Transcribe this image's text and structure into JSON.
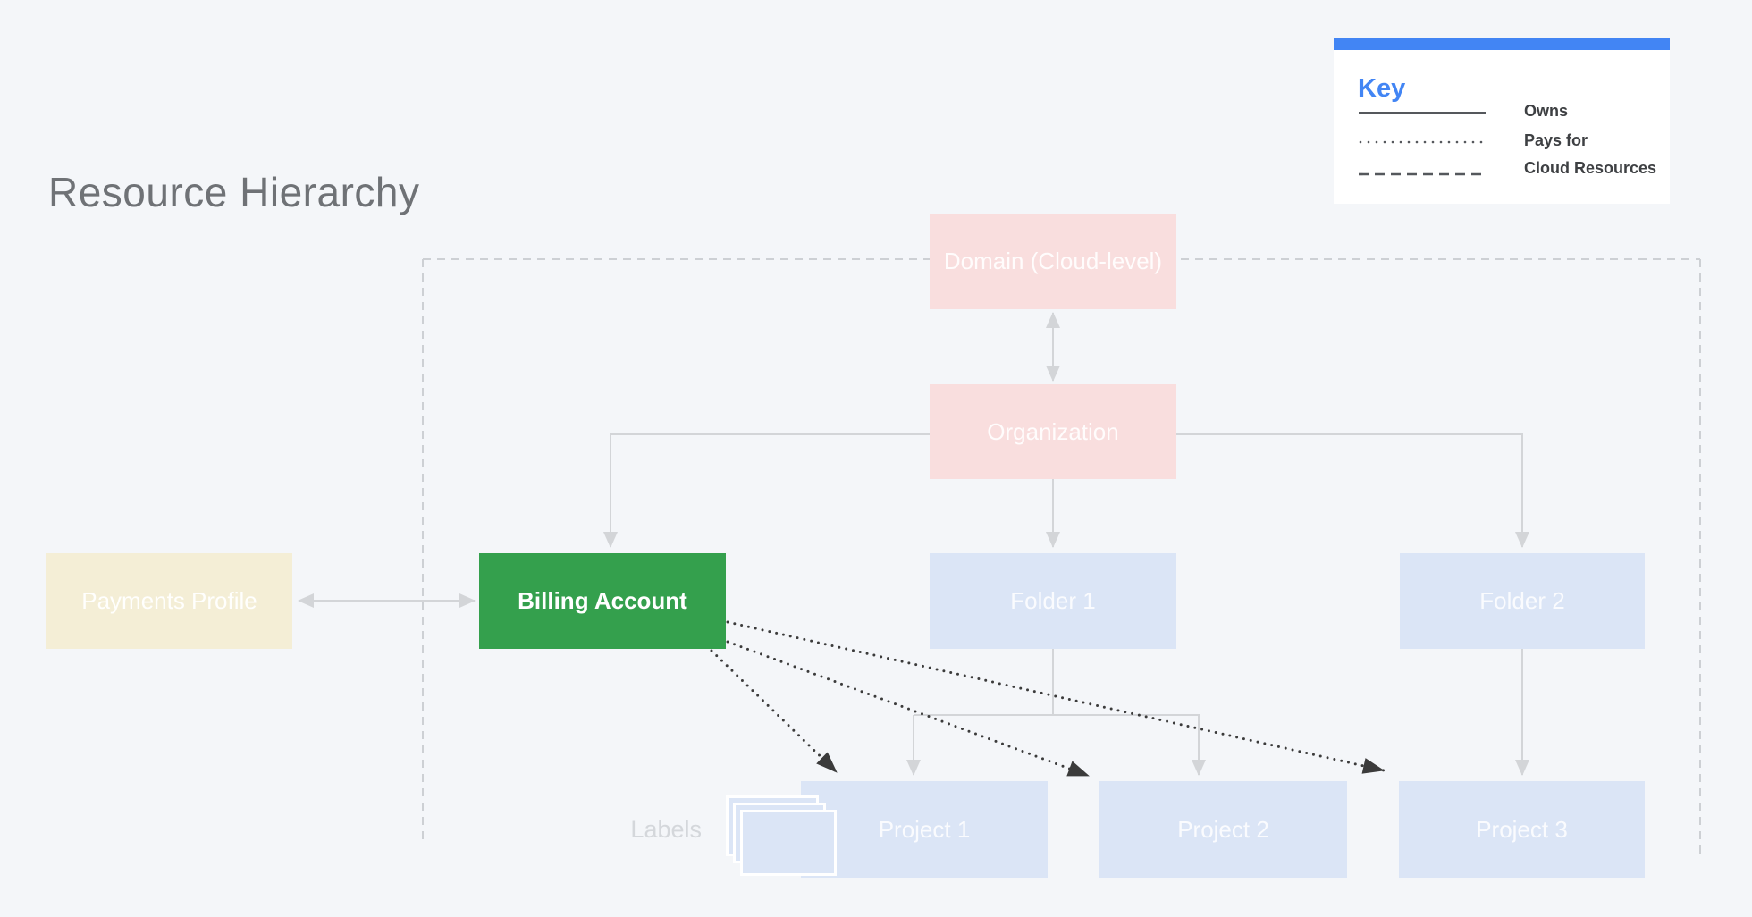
{
  "title": "Resource Hierarchy",
  "key": {
    "heading": "Key",
    "items": [
      {
        "style": "solid",
        "label": "Owns"
      },
      {
        "style": "dotted",
        "label": "Pays for"
      },
      {
        "style": "dashed",
        "label": "Cloud Resources"
      }
    ]
  },
  "nodes": {
    "domain": "Domain (Cloud-level)",
    "organization": "Organization",
    "payments_profile": "Payments Profile",
    "billing_account": "Billing Account",
    "folder1": "Folder 1",
    "folder2": "Folder 2",
    "project1": "Project 1",
    "project2": "Project 2",
    "project3": "Project 3",
    "labels_caption": "Labels"
  },
  "colors": {
    "background": "#f4f6f9",
    "node_pink": "#f9dede",
    "node_blue": "#dbe5f6",
    "node_beige": "#f4eed6",
    "node_green": "#34a04d",
    "connector_gray": "#d3d5d8",
    "boundary_gray": "#cdd0d4",
    "dotted_black": "#3b3b3b",
    "accent_blue": "#4285f4",
    "title_gray": "#6f7276",
    "legend_text": "#3e4043",
    "legend_line": "#55585c",
    "labels_caption_gray": "#d4d7db"
  }
}
